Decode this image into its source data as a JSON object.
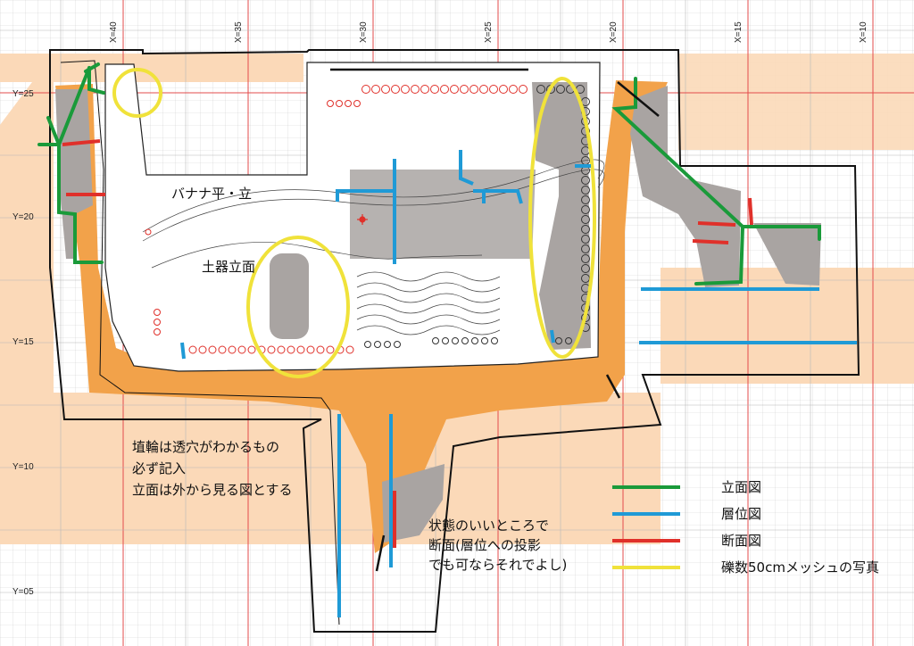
{
  "axes": {
    "x_ticks": [
      "X=40",
      "X=35",
      "X=30",
      "X=25",
      "X=20",
      "X=15",
      "X=10"
    ],
    "y_ticks": [
      "Y=25",
      "Y=20",
      "Y=15",
      "Y=10",
      "Y=05"
    ]
  },
  "labels": {
    "banana": "バナナ平・立",
    "pottery": "土器立面"
  },
  "notes": {
    "note1": [
      "埴輪は透穴がわかるもの",
      "必ず記入",
      "立面は外から見る図とする"
    ],
    "note2": [
      "状態のいいところで",
      "断面(層位への投影",
      "でも可ならそれでよし)"
    ]
  },
  "legend": {
    "items": [
      {
        "label": "立面図",
        "color": "#1a9a3a"
      },
      {
        "label": "層位図",
        "color": "#1f9ad6"
      },
      {
        "label": "断面図",
        "color": "#e0302a"
      },
      {
        "label": "礫数50cmメッシュの写真",
        "color": "#f0e23a"
      }
    ]
  },
  "colors": {
    "orange_fill": "#f2a24a",
    "light_orange": "#fbd9b8",
    "gray_fill": "#a9a4a2",
    "grid_red": "#e34b4b",
    "grid_gray": "#b8b8b8"
  }
}
